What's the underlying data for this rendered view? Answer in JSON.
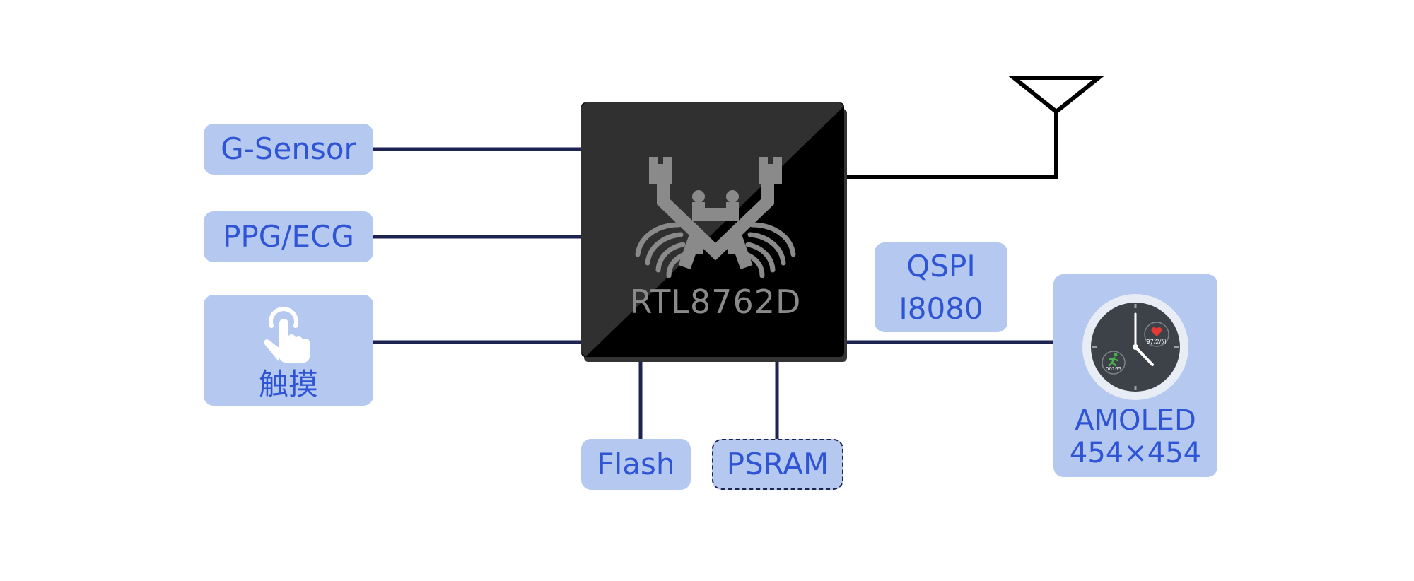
{
  "chip": {
    "name": "RTL8762D"
  },
  "inputs": {
    "g_sensor": "G-Sensor",
    "ppg_ecg": "PPG/ECG",
    "touch": "触摸"
  },
  "memory": {
    "flash": "Flash",
    "psram": "PSRAM"
  },
  "display_interface": {
    "line1": "QSPI",
    "line2": "I8080"
  },
  "display": {
    "line1": "AMOLED",
    "line2": "454×454",
    "watch_heart_rate": "97次/分",
    "watch_steps": "00165"
  },
  "colors": {
    "box_fill": "#b5c8f0",
    "text": "#2f55d4",
    "wire": "#1e2450",
    "chip_dark": "#000000",
    "chip_light": "#303030",
    "logo": "#8a8a8a"
  },
  "icons": {
    "touch": "tap-hand-icon",
    "antenna": "antenna-icon",
    "logo": "realtek-crab-logo"
  }
}
